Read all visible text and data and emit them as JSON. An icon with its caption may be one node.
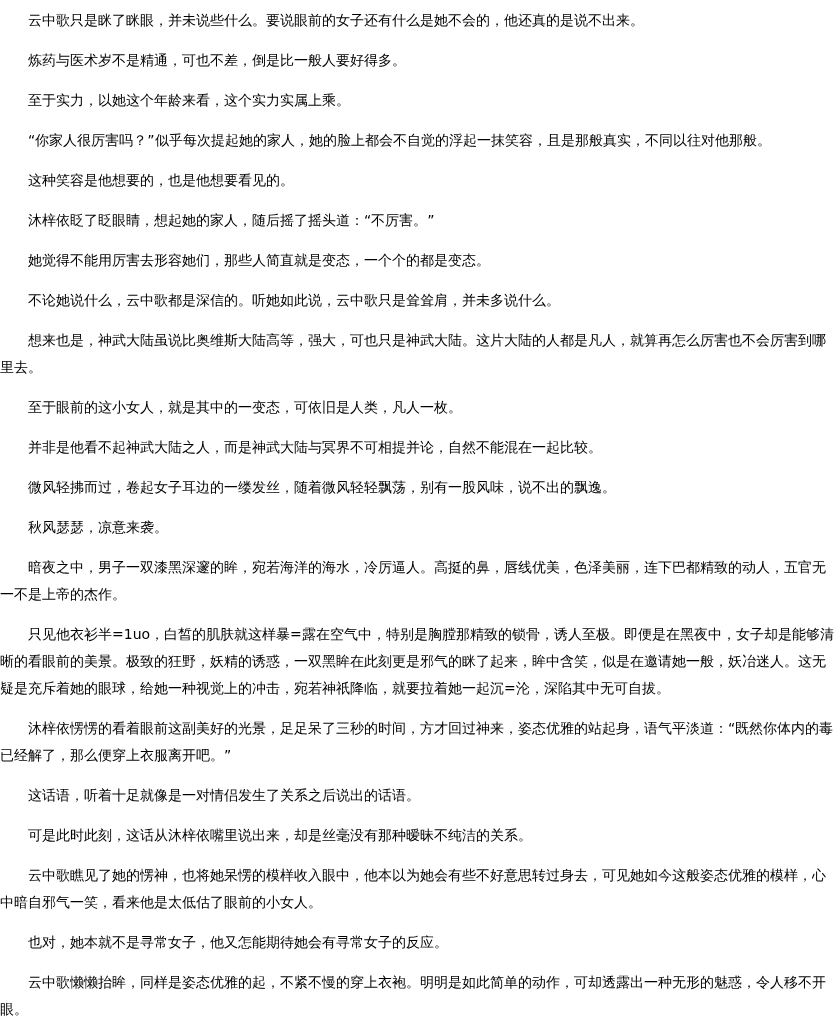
{
  "diagram": {
    "labels": [
      "云中歌只是眯了眯眼，并未说些什么。要说眼前的女子还有什么是她不会的，他还真的是说不出来。",
      "炼药与医术岁不是精通，可也不差，倒是比一般人要好得多。",
      "至于实力，以她这个年龄来看，这个实力实属上乘。",
      "“你家人很厉害吗？”似乎每次提起她的家人，她的脸上都会不自觉的浮起一抹笑容，且是那般真实，不同以往对他那般。",
      "这种笑容是他想要的，也是他想要看见的。",
      "沐梓依眨了眨眼睛，想起她的家人，随后摇了摇头道：“不厉害。”",
      "她觉得不能用厉害去形容她们，那些人简直就是变态，一个个的都是变态。",
      "不论她说什么，云中歌都是深信的。听她如此说，云中歌只是耸耸肩，并未多说什么。",
      "想来也是，神武大陆虽说比奥维斯大陆高等，强大，可也只是神武大陆。这片大陆的人都是凡人，就算再怎么厉害也不会厉害到哪里去。",
      "至于眼前的这小女人，就是其中的一变态，可依旧是人类，凡人一枚。",
      "并非是他看不起神武大陆之人，而是神武大陆与冥界不可相提并论，自然不能混在一起比较。",
      "微风轻拂而过，卷起女子耳边的一缕发丝，随着微风轻轻飘荡，别有一股风味，说不出的飘逸。",
      "秋风瑟瑟，凉意来袭。",
      "暗夜之中，男子一双漆黑深邃的眸，宛若海洋的海水，冷厉逼人。高挺的鼻，唇线优美，色泽美丽，连下巴都精致的动人，五官无一不是上帝的杰作。",
      "只见他衣衫半=1uo，白皙的肌肤就这样暴=露在空气中，特别是胸膛那精致的锁骨，诱人至极。即便是在黑夜中，女子却是能够清晰的看眼前的美景。极致的狂野，妖精的诱惑，一双黑眸在此刻更是邪气的眯了起来，眸中含笑，似是在邀请她一般，妖冶迷人。这无疑是充斥着她的眼球，给她一种视觉上的冲击，宛若神祇降临，就要拉着她一起沉=沦，深陷其中无可自拔。",
      "沐梓依愣愣的看着眼前这副美好的光景，足足呆了三秒的时间，方才回过神来，姿态优雅的站起身，语气平淡道：“既然你体内的毒已经解了，那么便穿上衣服离开吧。”",
      "这话语，听着十足就像是一对情侣发生了关系之后说出的话语。",
      "可是此时此刻，这话从沐梓依嘴里说出来，却是丝毫没有那种暧昧不纯洁的关系。",
      "云中歌瞧见了她的愣神，也将她呆愣的模样收入眼中，他本以为她会有些不好意思转过身去，可见她如今这般姿态优雅的模样，心中暗自邪气一笑，看来他是太低估了眼前的小女人。",
      "也对，她本就不是寻常女子，他又怎能期待她会有寻常女子的反应。",
      "云中歌懒懒抬眸，同样是姿态优雅的起，不紧不慢的穿上衣袍。明明是如此简单的动作，可却透露出一种无形的魅惑，令人移不开眼。"
    ]
  }
}
